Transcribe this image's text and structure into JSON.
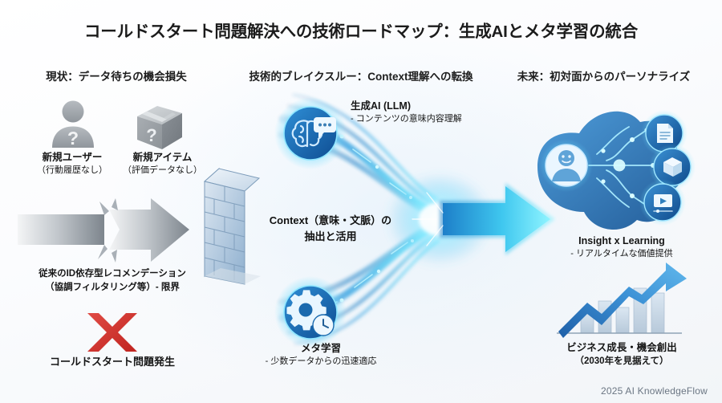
{
  "title": "コールドスタート問題解決への技術ロードマップ：生成AIとメタ学習の統合",
  "columns": {
    "left_heading": "現状：データ待ちの機会損失",
    "center_heading": "技術的ブレイクスルー：Context理解への転換",
    "right_heading": "未来：初対面からのパーソナライズ"
  },
  "left": {
    "new_user": {
      "name": "新規ユーザー",
      "note": "（行動履歴なし）"
    },
    "new_item": {
      "name": "新規アイテム",
      "note": "（評価データなし）"
    },
    "legacy": {
      "line1": "従来のID依存型レコメンデーション",
      "line2": "（協調フィルタリング等）- 限界"
    },
    "failure": "コールドスタート問題発生"
  },
  "center": {
    "llm": {
      "name": "生成AI (LLM)",
      "note": "- コンテンツの意味内容理解"
    },
    "context": {
      "line1": "Context（意味・文脈）の",
      "line2": "抽出と活用"
    },
    "meta": {
      "name": "メタ学習",
      "note": "- 少数データからの迅速適応"
    }
  },
  "right": {
    "insight": {
      "name": "Insight x Learning",
      "note": "- リアルタイムな価値提供"
    },
    "business": {
      "name": "ビジネス成長・機会創出",
      "note": "（2030年を見据えて）"
    }
  },
  "credit": "2025 AI KnowledgeFlow",
  "colors": {
    "title_text": "#1b1b1b",
    "accent_blue": "#1f7ac4",
    "glow_cyan": "#46d8ff",
    "deep_blue": "#0d3f78",
    "gray_icon": "#9aa0a6",
    "wall_blue": "#9fbdd8",
    "red_x": "#d32f2f",
    "credit_text": "#6b7683"
  }
}
